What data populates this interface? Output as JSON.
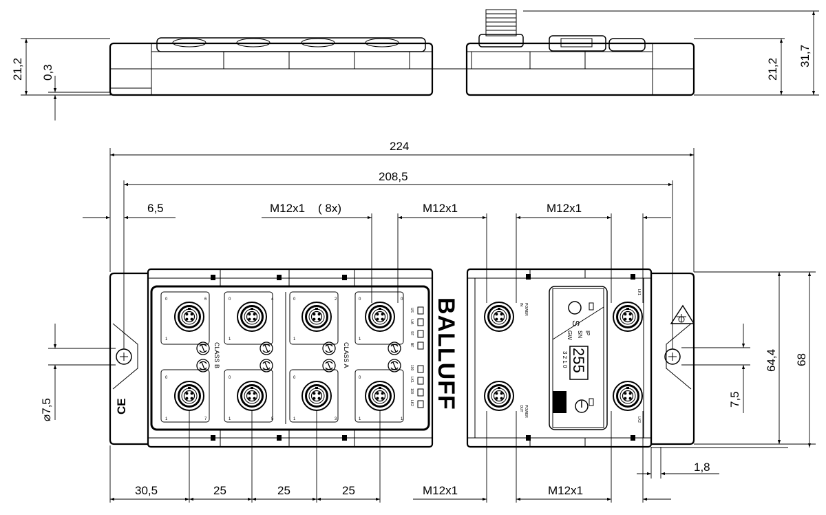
{
  "dimensions": {
    "side_height_left": "21,2",
    "side_offset": "0,3",
    "side_height_right": "21,2",
    "side_total_height": "31,7",
    "overall_length": "224",
    "hole_spacing": "208,5",
    "hole_offset": "6,5",
    "connector_thread_main": "M12x1",
    "connector_count": "( 8x)",
    "connector_thread_power": "M12x1",
    "connector_thread_link": "M12x1",
    "hole_diameter": "⌀7,5",
    "body_width": "68",
    "body_inner_width": "64,4",
    "hole_center_height": "7,5",
    "mount_thickness": "1,8",
    "bottom_first": "30,5",
    "bottom_pitch_1": "25",
    "bottom_pitch_2": "25",
    "bottom_pitch_3": "25",
    "bottom_power": "M12x1",
    "bottom_link": "M12x1"
  },
  "device": {
    "brand": "BALLUFF",
    "class_b": "CLASS B",
    "class_a": "CLASS A",
    "ce_mark": "CE",
    "port_numbers_top": [
      "6",
      "4",
      "2",
      "0"
    ],
    "port_numbers_bottom": [
      "7",
      "5",
      "3",
      "1"
    ],
    "pin_zero": "0",
    "pin_one": "1",
    "status_leds_top": [
      "US",
      "UA",
      "SF",
      "BF"
    ],
    "status_leds_bottom": [
      "100",
      "LK1",
      "100",
      "LK2"
    ],
    "power_in": [
      "POWER",
      "IN"
    ],
    "power_out": [
      "POWER",
      "OUT"
    ],
    "lk1": "LK1",
    "lk2": "LK2",
    "display_value": "255",
    "ip_label": "IP",
    "sn_label": "SN",
    "gw_label": "GW",
    "display_digits": "3 2 1 0"
  }
}
